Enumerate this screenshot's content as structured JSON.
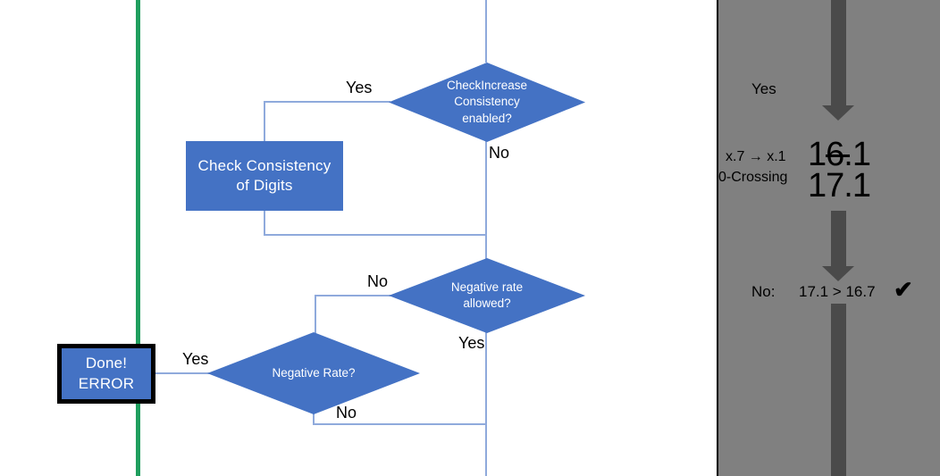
{
  "diagram": {
    "title": "Rate check flowchart",
    "colors": {
      "node_fill": "#4472C4",
      "connector": "#8FAADC",
      "green_divider": "#1F9E5E",
      "panel_bg": "#808080",
      "arrow": "#4A4A4A",
      "node_text": "#FFFFFF",
      "label_text": "#000000"
    },
    "nodes": [
      {
        "id": "check-increase-consistency",
        "type": "decision",
        "label": "CheckIncrease\nConsistency\nenabled?"
      },
      {
        "id": "check-consistency-of-digits",
        "type": "process",
        "label": "Check Consistency\nof Digits"
      },
      {
        "id": "negative-rate-allowed",
        "type": "decision",
        "label": "Negative rate\nallowed?"
      },
      {
        "id": "negative-rate",
        "type": "decision",
        "label": "Negative Rate?"
      },
      {
        "id": "done-error",
        "type": "terminator",
        "label": "Done!\nERROR"
      }
    ],
    "node_text": {
      "check_increase_l1": "CheckIncrease",
      "check_increase_l2": "Consistency",
      "check_increase_l3": "enabled?",
      "check_consistency_l1": "Check Consistency",
      "check_consistency_l2": "of Digits",
      "negative_rate_allowed_l1": "Negative rate",
      "negative_rate_allowed_l2": "allowed?",
      "negative_rate": "Negative Rate?",
      "done_l1": "Done!",
      "done_l2": "ERROR"
    },
    "edge_labels": {
      "check_increase_yes": "Yes",
      "check_increase_no": "No",
      "negative_rate_allowed_no": "No",
      "negative_rate_allowed_yes": "Yes",
      "negative_rate_yes": "Yes",
      "negative_rate_no": "No"
    }
  },
  "panel": {
    "yes_label": "Yes",
    "annotation_line1": "x.7 → x.1",
    "annotation_line2": "0-Crossing",
    "value_struck": "16.1",
    "value_current": "17.1",
    "result_prefix": "No:",
    "result_comparison": "17.1 > 16.7",
    "result_check": "✔"
  }
}
